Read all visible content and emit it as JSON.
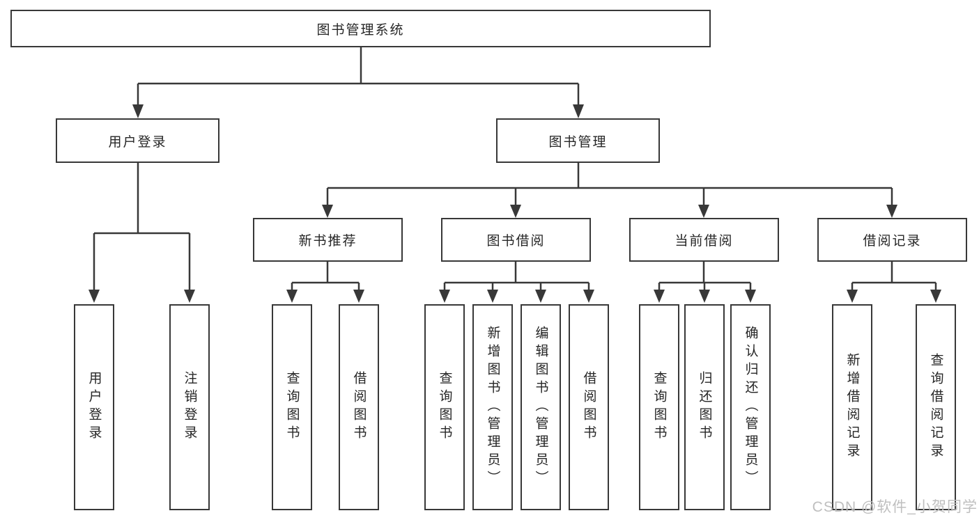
{
  "diagram": {
    "title": "图书管理系统",
    "branches": {
      "user_login": {
        "label": "用户登录",
        "children": [
          "用户登录",
          "注销登录"
        ]
      },
      "book_management": {
        "label": "图书管理",
        "sections": {
          "new_book_recommendation": {
            "label": "新书推荐",
            "children": [
              "查询图书",
              "借阅图书"
            ]
          },
          "book_borrowing": {
            "label": "图书借阅",
            "children": [
              "查询图书",
              "新增图书（管理员）",
              "编辑图书（管理员）",
              "借阅图书"
            ]
          },
          "current_borrowing": {
            "label": "当前借阅",
            "children": [
              "查询图书",
              "归还图书",
              "确认归还（管理员）"
            ]
          },
          "borrowing_records": {
            "label": "借阅记录",
            "children": [
              "新增借阅记录",
              "查询借阅记录"
            ]
          }
        }
      }
    }
  },
  "watermark": "CSDN @软件_小贺同学",
  "colors": {
    "line": "#383838",
    "text": "#262626",
    "watermark": "#bfbfbf",
    "background": "#ffffff"
  }
}
